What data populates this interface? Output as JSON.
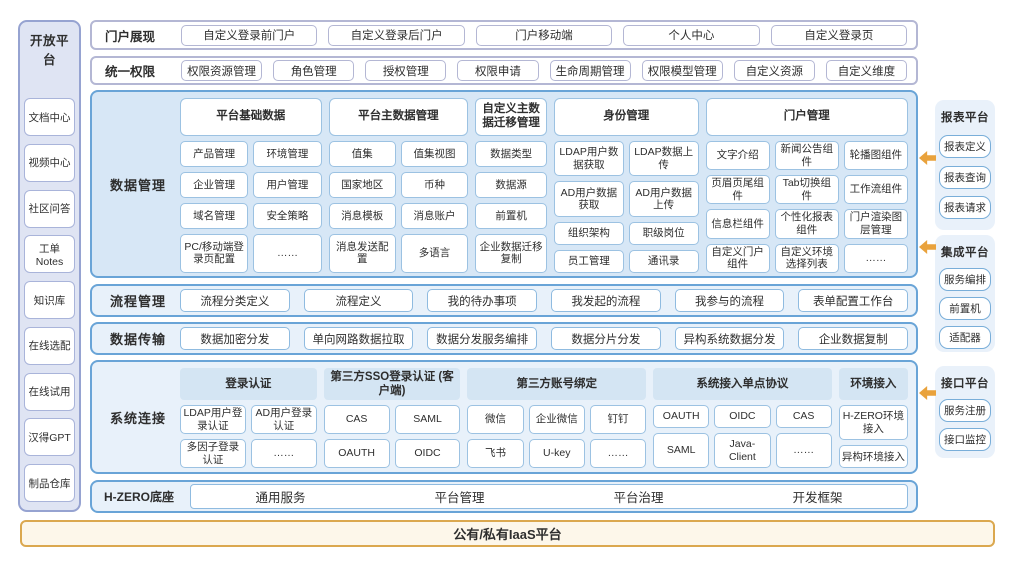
{
  "left_sidebar": {
    "title": "开放平台",
    "items": [
      "文档中心",
      "视频中心",
      "社区问答",
      "工单Notes",
      "知识库",
      "在线选配",
      "在线试用",
      "汉得GPT",
      "制品仓库"
    ]
  },
  "top_rows": [
    {
      "label": "门户展现",
      "items": [
        "自定义登录前门户",
        "自定义登录后门户",
        "门户移动端",
        "个人中心",
        "自定义登录页"
      ]
    },
    {
      "label": "统一权限",
      "items": [
        "权限资源管理",
        "角色管理",
        "授权管理",
        "权限申请",
        "生命周期管理",
        "权限模型管理",
        "自定义资源",
        "自定义维度"
      ]
    }
  ],
  "data_management": {
    "label": "数据管理",
    "groups": [
      {
        "header": "平台基础数据",
        "items": [
          "产品管理",
          "环境管理",
          "企业管理",
          "用户管理",
          "域名管理",
          "安全策略",
          "PC/移动端登录页配置",
          "……"
        ]
      },
      {
        "header": "平台主数据管理",
        "items": [
          "值集",
          "值集视图",
          "国家地区",
          "币种",
          "消息模板",
          "消息账户",
          "消息发送配置",
          "多语言"
        ]
      },
      {
        "header": "自定义主数据迁移管理",
        "items": [
          "数据类型",
          "数据源",
          "前置机",
          "企业数据迁移复制"
        ]
      },
      {
        "header": "身份管理",
        "items": [
          "LDAP用户数据获取",
          "LDAP数据上传",
          "AD用户数据获取",
          "AD用户数据上传",
          "组织架构",
          "职级岗位",
          "员工管理",
          "通讯录"
        ]
      },
      {
        "header": "门户管理",
        "items": [
          "文字介绍",
          "新闻公告组件",
          "轮播图组件",
          "页眉页尾组件",
          "Tab切换组件",
          "工作流组件",
          "信息栏组件",
          "个性化报表组件",
          "门户渲染图层管理",
          "自定义门户组件",
          "自定义环境选择列表",
          "……"
        ]
      }
    ]
  },
  "process_row": {
    "label": "流程管理",
    "items": [
      "流程分类定义",
      "流程定义",
      "我的待办事项",
      "我发起的流程",
      "我参与的流程",
      "表单配置工作台"
    ]
  },
  "transfer_row": {
    "label": "数据传输",
    "items": [
      "数据加密分发",
      "单向网路数据拉取",
      "数据分发服务编排",
      "数据分片分发",
      "异构系统数据分发",
      "企业数据复制"
    ]
  },
  "system_connect": {
    "label": "系统连接",
    "groups": [
      {
        "header": "登录认证",
        "items": [
          "LDAP用户登录认证",
          "AD用户登录认证",
          "多因子登录认证",
          "……"
        ]
      },
      {
        "header": "第三方SSO登录认证 (客户端)",
        "items": [
          "CAS",
          "SAML",
          "OAUTH",
          "OIDC"
        ]
      },
      {
        "header": "第三方账号绑定",
        "items": [
          "微信",
          "企业微信",
          "钉钉",
          "飞书",
          "U-key",
          "……"
        ]
      },
      {
        "header": "系统接入单点协议",
        "items": [
          "OAUTH",
          "OIDC",
          "CAS",
          "SAML",
          "Java-Client",
          "……"
        ]
      },
      {
        "header": "环境接入",
        "items": [
          "H-ZERO环境接入",
          "异构环境接入"
        ]
      }
    ]
  },
  "hzero_row": {
    "label": "H-ZERO底座",
    "items": [
      "通用服务",
      "平台管理",
      "平台治理",
      "开发框架"
    ]
  },
  "iaas_bar": {
    "label": "公有/私有IaaS平台"
  },
  "right_sidebar": {
    "groups": [
      {
        "title": "报表平台",
        "items": [
          "报表定义",
          "报表查询",
          "报表请求"
        ]
      },
      {
        "title": "集成平台",
        "items": [
          "服务编排",
          "前置机",
          "适配器"
        ]
      },
      {
        "title": "接口平台",
        "items": [
          "服务注册",
          "接口监控"
        ]
      }
    ]
  },
  "icons": {
    "arrows": "orange-left-arrow"
  },
  "colors": {
    "section_border_blue": "#69a4d7",
    "data_management_bg": "#d7e7f6",
    "light_section_bg": "#e8f1fa",
    "item_border_blue": "#9cc2e2",
    "sidebar_bg": "#dfe4f3",
    "sidebar_border": "#96a3d1",
    "top_row_border": "#b4b7d4",
    "sys_header_bg": "#d4e5f3",
    "right_group_bg": "#e9f1fa",
    "arrow_orange": "#e9a23c",
    "iaas_bg": "#fdf7ea",
    "iaas_border": "#dba84f",
    "text": "#2e2e2e"
  }
}
